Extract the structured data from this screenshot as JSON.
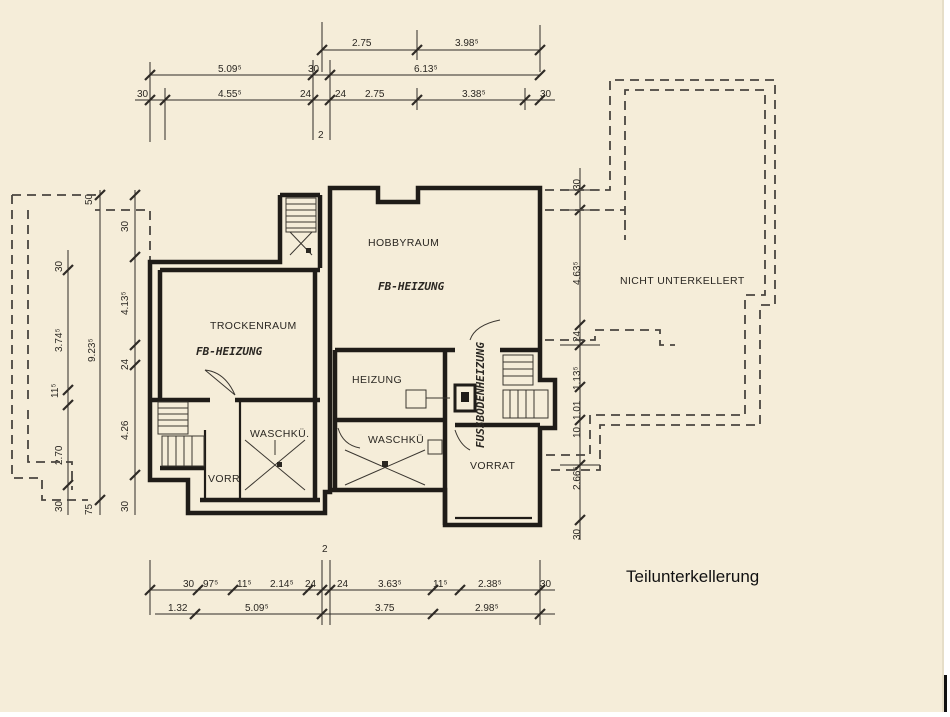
{
  "caption": "Teilunterkellerung",
  "rooms": {
    "hobbyraum": "HOBBYRAUM",
    "hobbyraum_note": "FB-HEIZUNG",
    "trockenraum": "TROCKENRAUM",
    "trockenraum_note": "FB-HEIZUNG",
    "heizung": "HEIZUNG",
    "waschkueche_left": "WASCHKÜ.",
    "waschkueche_right": "WASCHKÜ",
    "vorrat_right": "VORRAT",
    "vorrat_left": "VORR",
    "fussbodenheizung": "FUSSBODENHEIZUNG",
    "nicht_unterkellert": "NICHT UNTERKELLERT"
  },
  "axis_mark": "2",
  "dimensions": {
    "top_row1": [
      "2.75",
      "3.98⁵"
    ],
    "top_row2": [
      "5.09⁵",
      "30",
      "6.13⁵"
    ],
    "top_row3": [
      "30",
      "4.55⁵",
      "24",
      "24",
      "2.75",
      "3.38⁵",
      "30"
    ],
    "bottom_row1": [
      "30",
      "97⁵",
      "11⁵",
      "2.14⁵",
      "24",
      "24",
      "3.63⁵",
      "11⁵",
      "2.38⁵",
      "30"
    ],
    "bottom_row2": [
      "1.32",
      "5.09⁵",
      "3.75",
      "2.98⁵"
    ],
    "left_outer": [
      "30",
      "3.74⁵",
      "11⁵",
      "2.70",
      "30"
    ],
    "left_mid": [
      "9.23⁵"
    ],
    "left_inner": [
      "30",
      "4.13⁵",
      "24",
      "4.26",
      "30"
    ],
    "left_small": [
      "50",
      "75"
    ],
    "right": [
      "30",
      "4.63⁵",
      "24",
      "1.13⁵",
      "1.01",
      "10",
      "2.66⁵",
      "30"
    ]
  }
}
